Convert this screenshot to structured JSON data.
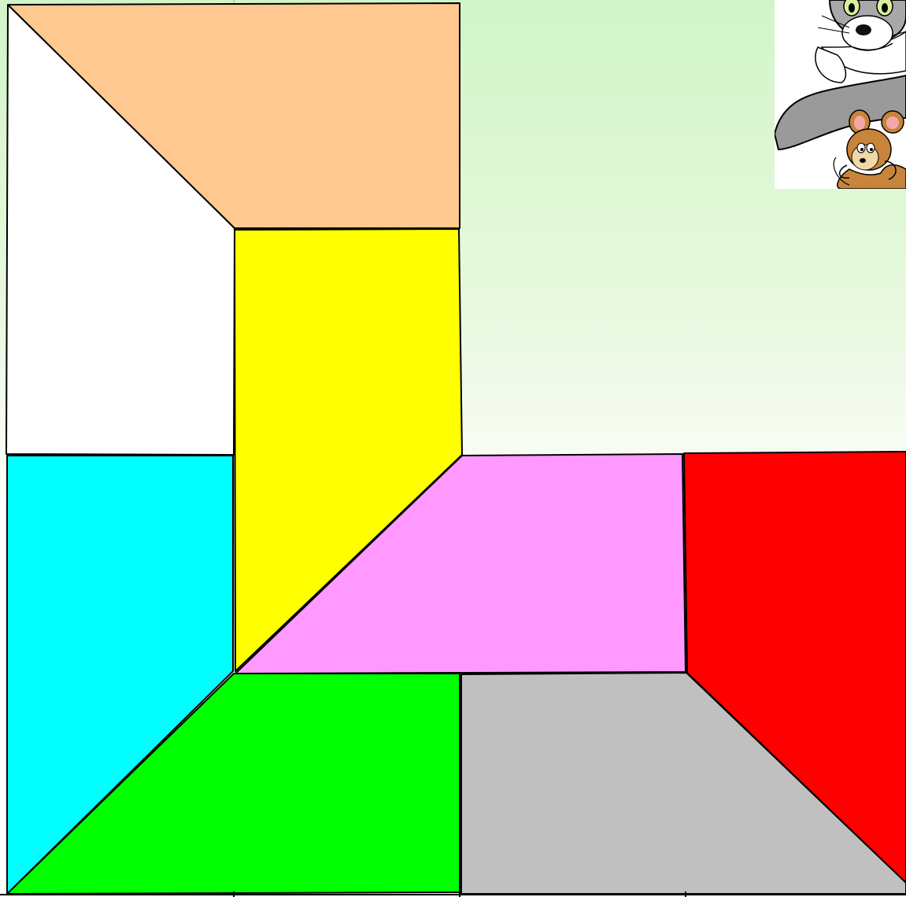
{
  "puzzle": {
    "pieces": [
      {
        "name": "white-trapezoid",
        "color": "#ffffff"
      },
      {
        "name": "peach-trapezoid",
        "color": "#ffc891"
      },
      {
        "name": "yellow-trapezoid",
        "color": "#ffff00"
      },
      {
        "name": "cyan-trapezoid",
        "color": "#00ffff"
      },
      {
        "name": "pink-trapezoid",
        "color": "#ff99ff"
      },
      {
        "name": "red-trapezoid",
        "color": "#ff0000"
      },
      {
        "name": "green-trapezoid",
        "color": "#00ff00"
      },
      {
        "name": "gray-trapezoid",
        "color": "#c0c0c0"
      }
    ],
    "outline_color": "#000000"
  },
  "illustration": {
    "subject": "cartoon-cat-and-mouse",
    "cat_color": "#9a9a9a",
    "mouse_color": "#c8843a"
  }
}
